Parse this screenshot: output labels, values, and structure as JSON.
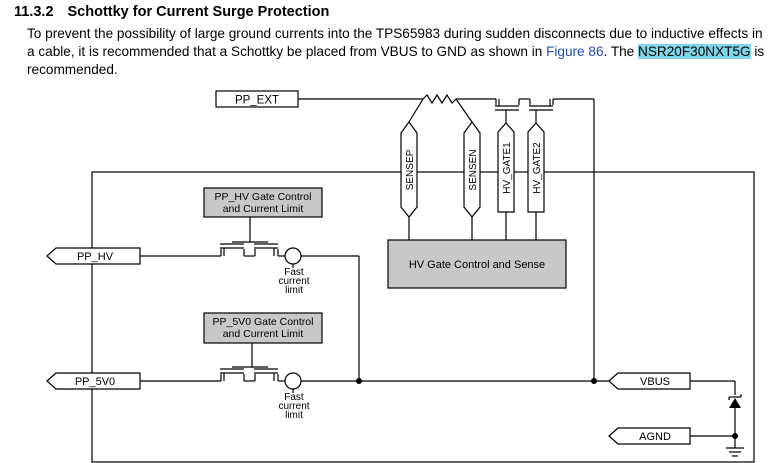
{
  "section": {
    "number": "11.3.2",
    "title": "Schottky for Current Surge Protection"
  },
  "paragraph": {
    "part1": "To prevent the possibility of large ground currents into the TPS65983 during sudden disconnects due to inductive effects in a cable, it is recommended that a Schottky be placed from VBUS to GND as shown in ",
    "link": "Figure 86",
    "part2": ". The ",
    "highlight": "NSR20F30NXT5G",
    "part3": " is recommended."
  },
  "diagram": {
    "pp_ext": "PP_EXT",
    "pp_hv": "PP_HV",
    "pp_5v0": "PP_5V0",
    "vbus": "VBUS",
    "agnd": "AGND",
    "hv_gate_block_line1": "PP_HV Gate Control",
    "hv_gate_block_line2": "and Current Limit",
    "v5_gate_block_line1": "PP_5V0 Gate Control",
    "v5_gate_block_line2": "and Current Limit",
    "sense_block": "HV Gate Control and Sense",
    "sensep": "SENSEP",
    "sensen": "SENSEN",
    "hv_gate1": "HV_GATE1",
    "hv_gate2": "HV_GATE2",
    "fast_limit_line1": "Fast",
    "fast_limit_line2": "current",
    "fast_limit_line3": "limit",
    "colors": {
      "block_fill": "#c8c8c8",
      "link": "#1f4fb5",
      "highlight": "#7fd6ea"
    }
  }
}
